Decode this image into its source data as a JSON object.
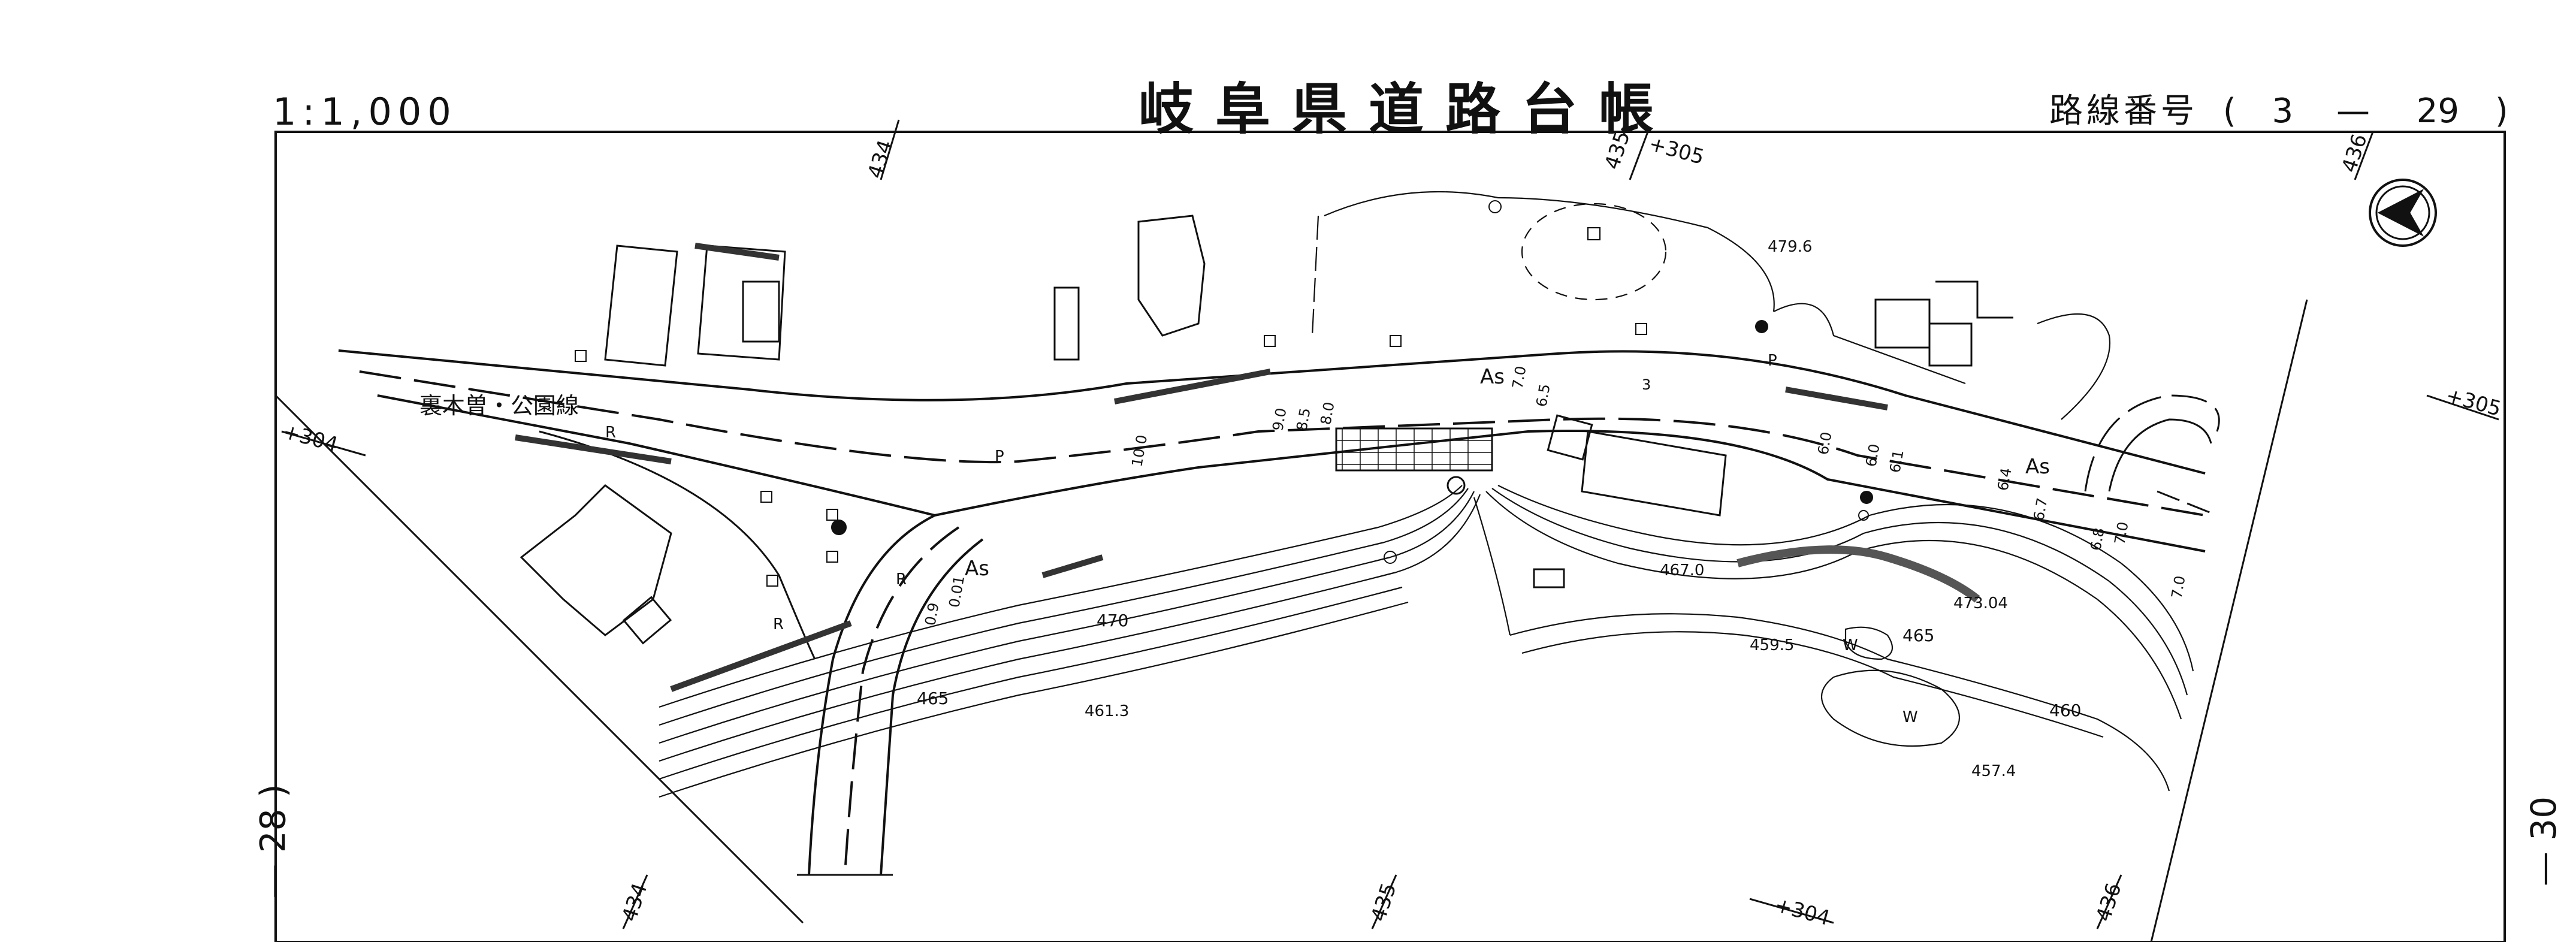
{
  "header": {
    "scale": "1:1,000",
    "title": "岐阜県道路台帳",
    "route_label": "路線番号",
    "route_open": "(",
    "route_a": "3",
    "route_dash": "—",
    "route_b": "29",
    "route_close": ")"
  },
  "sheet_left": "— 28 )",
  "sheet_right": "— 30",
  "road_name": "裏木曽・公園線",
  "stations": [
    "434",
    "435",
    "436",
    "+305",
    "+304",
    "+305",
    "+304",
    "434",
    "435",
    "436"
  ],
  "contours": [
    "470",
    "465",
    "460",
    "465"
  ],
  "spot_heights": [
    "479.6",
    "467.0",
    "473.04",
    "459.5",
    "461.3",
    "457.4"
  ],
  "widths": [
    "7.0",
    "6.5",
    "3",
    "9.0",
    "8.5",
    "8.0",
    "10.0",
    "6.0",
    "6.0",
    "6.1",
    "6.4",
    "6.7",
    "6.8",
    "7.0",
    "7.0",
    "0.9",
    "0.01"
  ],
  "surface_labels": [
    "As",
    "As",
    "As"
  ],
  "symbols": [
    "P",
    "P",
    "R",
    "R",
    "R",
    "W",
    "W"
  ],
  "colors": {
    "ink": "#111111",
    "paper": "#ffffff"
  },
  "icons": [
    "north-arrow-icon"
  ]
}
